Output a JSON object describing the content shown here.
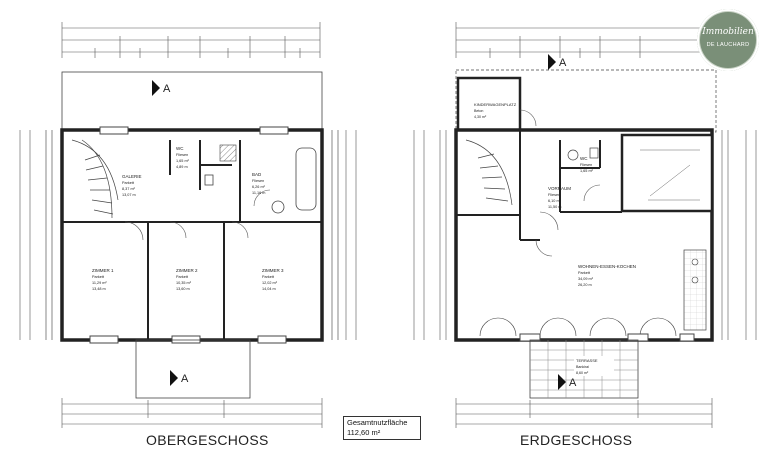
{
  "floors": [
    {
      "title": "OBERGESCHOSS",
      "rooms": [
        {
          "name": "GALERIE",
          "floor": "Parkett",
          "area": "8,37 m²",
          "perimeter": "13,07 m"
        },
        {
          "name": "BAD",
          "floor": "Fliesen",
          "area": "6,26 m²",
          "perimeter": "11,16 m"
        },
        {
          "name": "WC",
          "floor": "Fliesen",
          "area": "1,65 m²",
          "perimeter": "4,89 m"
        },
        {
          "name": "ZIMMER 1",
          "floor": "Parkett",
          "area": "11,29 m²",
          "perimeter": "13,48 m"
        },
        {
          "name": "ZIMMER 2",
          "floor": "Parkett",
          "area": "10,35 m²",
          "perimeter": "13,60 m"
        },
        {
          "name": "ZIMMER 3",
          "floor": "Parkett",
          "area": "12,02 m²",
          "perimeter": "14,04 m"
        }
      ],
      "section_marker": "A"
    },
    {
      "title": "ERDGESCHOSS",
      "rooms": [
        {
          "name": "KINDERWAGENPLATZ",
          "floor": "Beton",
          "area": "4,30 m²"
        },
        {
          "name": "VORRAUM",
          "floor": "Fliesen",
          "area": "6,10 m²",
          "perimeter": "11,50 m"
        },
        {
          "name": "WC",
          "floor": "Fliesen",
          "area": "1,65 m²"
        },
        {
          "name": "WOHNEN-ESSEN-KOCHEN",
          "floor": "Parkett",
          "area": "34,09 m²",
          "perimeter": "26,20 m"
        },
        {
          "name": "TERRASSE",
          "floor": "Bankirai",
          "area": "8,60 m²"
        }
      ],
      "section_marker": "A"
    }
  ],
  "summary": {
    "label": "Gesamtnutzfläche",
    "value": "112,60 m²"
  },
  "logo": {
    "line1": "Immobilien",
    "line2": "DE LAUCHARD",
    "color": "#7a8f78"
  }
}
